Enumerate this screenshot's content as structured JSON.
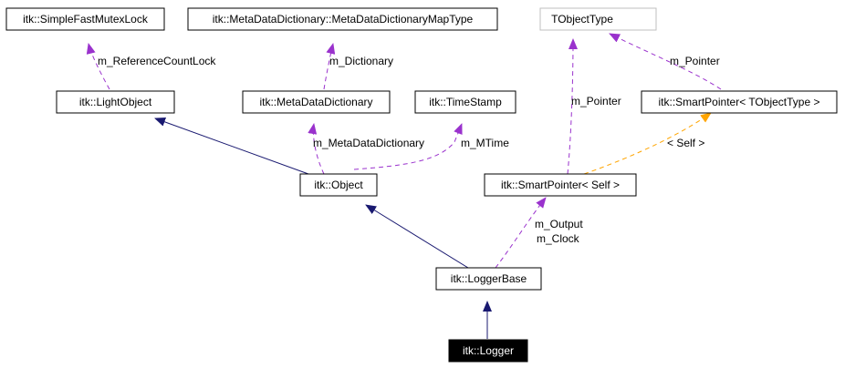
{
  "colors": {
    "inheritance": "#191970",
    "usage": "#9a32cd",
    "template": "#ffa500"
  },
  "nodes": {
    "simplefastmutexlock": "itk::SimpleFastMutexLock",
    "mapType": "itk::MetaDataDictionary::MetaDataDictionaryMapType",
    "tobjecttype": "TObjectType",
    "lightobject": "itk::LightObject",
    "metadatadictionary": "itk::MetaDataDictionary",
    "timestamp": "itk::TimeStamp",
    "smartpointer_t": "itk::SmartPointer< TObjectType >",
    "object": "itk::Object",
    "smartpointer_self": "itk::SmartPointer< Self >",
    "loggerbase": "itk::LoggerBase",
    "logger": "itk::Logger"
  },
  "edge_labels": {
    "refcountlock": "m_ReferenceCountLock",
    "dictionary": "m_Dictionary",
    "pointer_top": "m_Pointer",
    "pointer_mid": "m_Pointer",
    "metadatadictionary": "m_MetaDataDictionary",
    "mtime": "m_MTime",
    "self": "< Self >",
    "output": "m_Output",
    "clock": "m_Clock"
  }
}
